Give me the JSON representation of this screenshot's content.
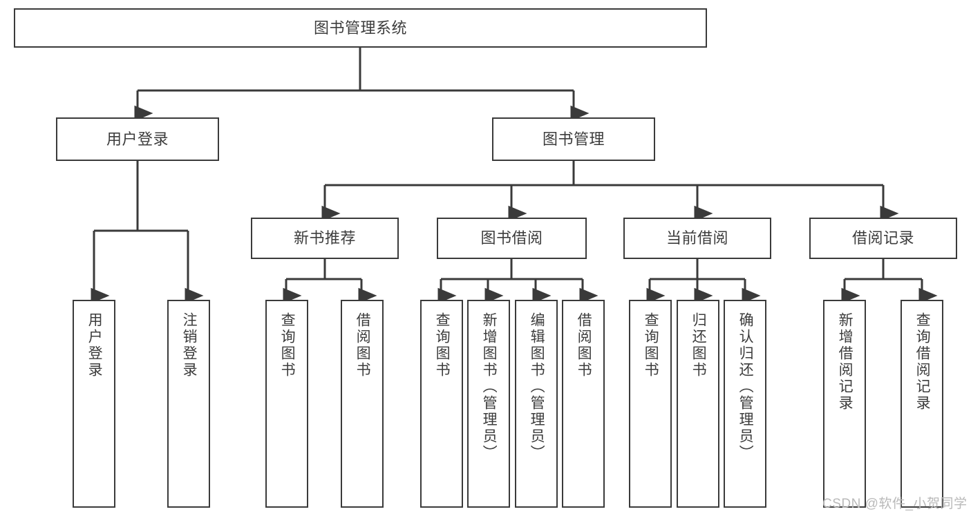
{
  "diagram": {
    "type": "tree-hierarchy-chart",
    "title": "图书管理系统",
    "orientation": "top-down",
    "line_color": "#3a3a3a",
    "box_fill": "#ffffff",
    "text_color": "#3c3c3c"
  },
  "root": {
    "label": "图书管理系统"
  },
  "level2": [
    {
      "label": "用户登录"
    },
    {
      "label": "图书管理"
    }
  ],
  "level3": [
    {
      "label": "新书推荐"
    },
    {
      "label": "图书借阅"
    },
    {
      "label": "当前借阅"
    },
    {
      "label": "借阅记录"
    }
  ],
  "leaves": {
    "user_login": [
      {
        "label": "用户登录"
      },
      {
        "label": "注销登录"
      }
    ],
    "new_book": [
      {
        "label": "查询图书"
      },
      {
        "label": "借阅图书"
      }
    ],
    "book_borrow": [
      {
        "label": "查询图书"
      },
      {
        "label": "新增图书（管理员）"
      },
      {
        "label": "编辑图书（管理员）"
      },
      {
        "label": "借阅图书"
      }
    ],
    "current_borrow": [
      {
        "label": "查询图书"
      },
      {
        "label": "归还图书"
      },
      {
        "label": "确认归还（管理员）"
      }
    ],
    "borrow_record": [
      {
        "label": "新增借阅记录"
      },
      {
        "label": "查询借阅记录"
      }
    ]
  },
  "watermark": {
    "text": "CSDN @软件_小贺同学",
    "color": "#b9b9b9"
  }
}
